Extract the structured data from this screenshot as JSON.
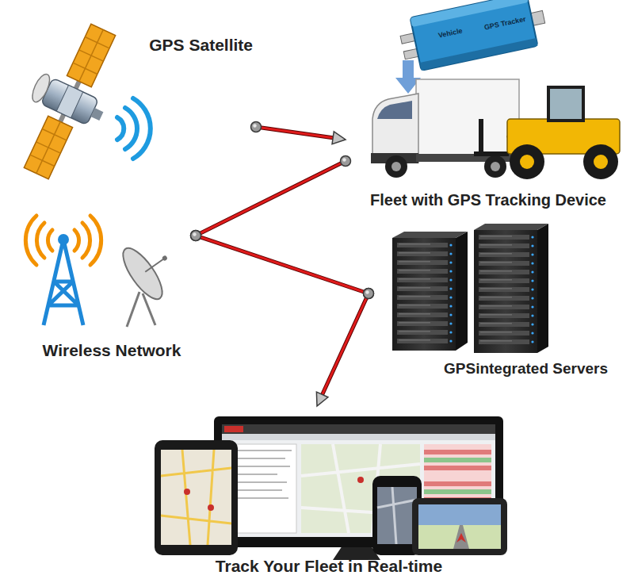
{
  "diagram": {
    "nodes": [
      {
        "text": [
          "GPS Satellite"
        ]
      },
      {
        "text": [
          "Fleet with GPS Tracking Device"
        ]
      },
      {
        "text": [
          "Wireless Network"
        ]
      },
      {
        "text": [
          "GPSintegrated Servers"
        ]
      },
      {
        "text": [
          "Track Your Fleet in Real-time"
        ]
      }
    ],
    "edges": [
      {
        "from": 0,
        "to": 1,
        "arrow": "to"
      },
      {
        "from": 2,
        "to": 1,
        "arrow": "none"
      },
      {
        "from": 2,
        "to": 3,
        "arrow": "none"
      },
      {
        "from": 3,
        "to": 4,
        "arrow": "to"
      }
    ],
    "labels": [
      "Vehicle",
      "GPS Tracker"
    ]
  }
}
